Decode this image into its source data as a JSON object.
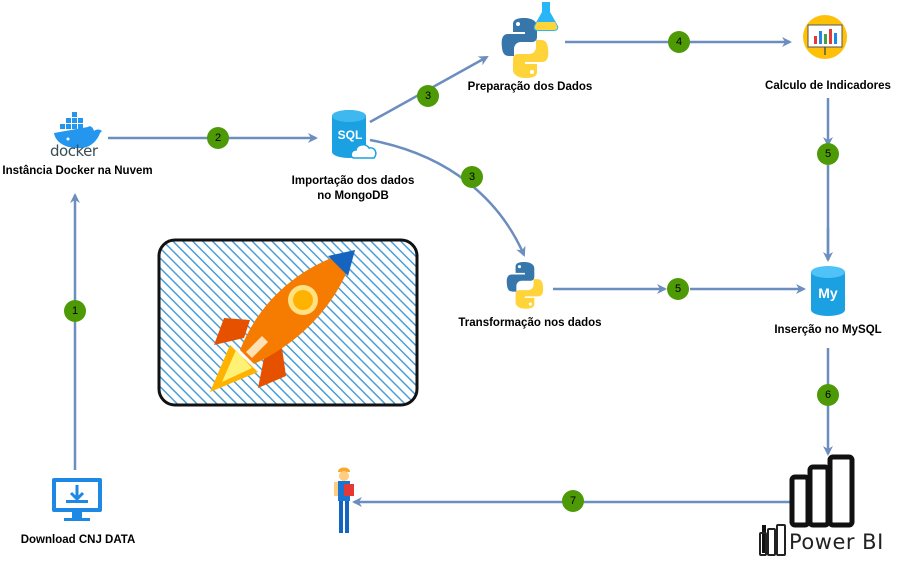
{
  "nodes": {
    "docker": {
      "label": "Instância Docker na Nuvem",
      "icon": "docker-icon",
      "wordmark": "docker"
    },
    "mongo": {
      "label_line1": "Importação dos dados",
      "label_line2": "no MongoDB",
      "icon": "sql-cloud-icon",
      "icon_text": "SQL"
    },
    "prep": {
      "label": "Preparação dos Dados",
      "icon": "python-flask-icon"
    },
    "calc": {
      "label": "Calculo de Indicadores",
      "icon": "presentation-chart-icon"
    },
    "transform": {
      "label": "Transformação nos dados",
      "icon": "python-icon"
    },
    "mysql": {
      "label": "Inserção no MySQL",
      "icon": "mysql-database-icon",
      "icon_text": "My"
    },
    "download": {
      "label": "Download CNJ DATA",
      "icon": "monitor-download-icon"
    },
    "powerbi": {
      "wordmark": "Power BI",
      "icon": "power-bi-icon"
    },
    "user": {
      "icon": "worker-person-icon"
    },
    "rocket": {
      "icon": "rocket-icon"
    }
  },
  "steps": {
    "s1": "1",
    "s2": "2",
    "s3a": "3",
    "s3b": "3",
    "s4": "4",
    "s5a": "5",
    "s5b": "5",
    "s6": "6",
    "s7": "7"
  },
  "colors": {
    "arrow": "#6c8ebf",
    "badge": "#4e9a06",
    "python_blue": "#3776ab",
    "python_yellow": "#ffd43b",
    "docker_blue": "#2496ed",
    "sql_blue": "#1ba1e2",
    "powerbi_black": "#111111",
    "rocket_orange": "#f57c00",
    "rocket_blue": "#1565c0",
    "hatch_blue": "#4a9fd8"
  }
}
